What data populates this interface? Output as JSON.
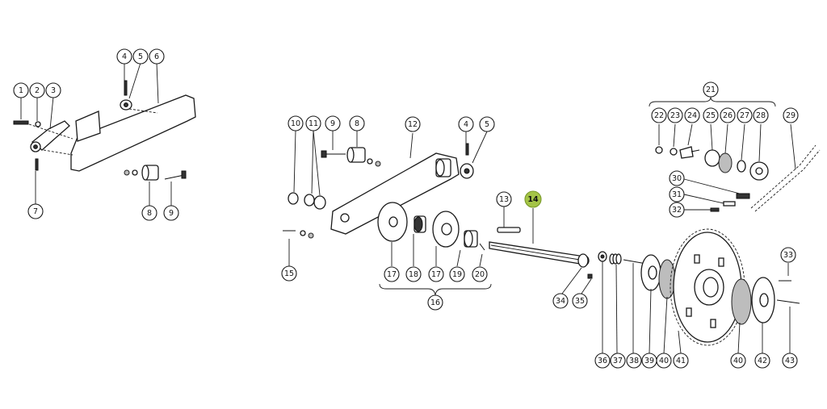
{
  "highlight_color": "#a4c447",
  "callouts": [
    {
      "id": "c1",
      "label": "1"
    },
    {
      "id": "c2",
      "label": "2"
    },
    {
      "id": "c3",
      "label": "3"
    },
    {
      "id": "c4a",
      "label": "4"
    },
    {
      "id": "c5a",
      "label": "5"
    },
    {
      "id": "c6",
      "label": "6"
    },
    {
      "id": "c7",
      "label": "7"
    },
    {
      "id": "c8a",
      "label": "8"
    },
    {
      "id": "c9a",
      "label": "9"
    },
    {
      "id": "c10",
      "label": "10"
    },
    {
      "id": "c11",
      "label": "11"
    },
    {
      "id": "c9b",
      "label": "9"
    },
    {
      "id": "c8b",
      "label": "8"
    },
    {
      "id": "c12",
      "label": "12"
    },
    {
      "id": "c4b",
      "label": "4"
    },
    {
      "id": "c5b",
      "label": "5"
    },
    {
      "id": "c13",
      "label": "13"
    },
    {
      "id": "c14",
      "label": "14",
      "highlighted": true
    },
    {
      "id": "c15",
      "label": "15"
    },
    {
      "id": "c17a",
      "label": "17"
    },
    {
      "id": "c18",
      "label": "18"
    },
    {
      "id": "c17b",
      "label": "17"
    },
    {
      "id": "c19",
      "label": "19"
    },
    {
      "id": "c20",
      "label": "20"
    },
    {
      "id": "c16",
      "label": "16"
    },
    {
      "id": "c34",
      "label": "34"
    },
    {
      "id": "c35",
      "label": "35"
    },
    {
      "id": "c21",
      "label": "21"
    },
    {
      "id": "c22",
      "label": "22"
    },
    {
      "id": "c23",
      "label": "23"
    },
    {
      "id": "c24",
      "label": "24"
    },
    {
      "id": "c25",
      "label": "25"
    },
    {
      "id": "c26",
      "label": "26"
    },
    {
      "id": "c27",
      "label": "27"
    },
    {
      "id": "c28",
      "label": "28"
    },
    {
      "id": "c29",
      "label": "29"
    },
    {
      "id": "c30",
      "label": "30"
    },
    {
      "id": "c31",
      "label": "31"
    },
    {
      "id": "c32",
      "label": "32"
    },
    {
      "id": "c33",
      "label": "33"
    },
    {
      "id": "c36",
      "label": "36"
    },
    {
      "id": "c37",
      "label": "37"
    },
    {
      "id": "c38",
      "label": "38"
    },
    {
      "id": "c39",
      "label": "39"
    },
    {
      "id": "c40a",
      "label": "40"
    },
    {
      "id": "c41",
      "label": "41"
    },
    {
      "id": "c40b",
      "label": "40"
    },
    {
      "id": "c42",
      "label": "42"
    },
    {
      "id": "c43",
      "label": "43"
    }
  ]
}
